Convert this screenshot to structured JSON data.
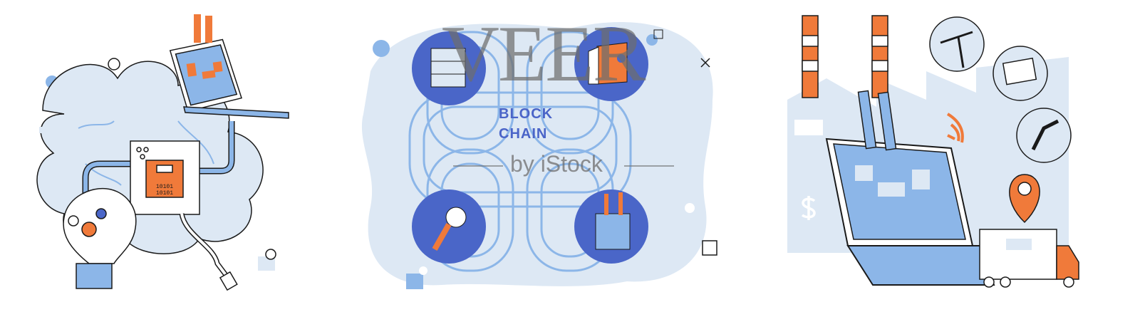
{
  "colors": {
    "primary_blue": "#4a66c8",
    "light_blue": "#dde8f4",
    "mid_blue": "#8cb6e8",
    "orange": "#f07a3a",
    "outline": "#1a1a1a"
  },
  "panels": [
    {
      "name": "brain-computing",
      "chip_text": [
        "10101",
        "10101"
      ]
    },
    {
      "name": "blockchain",
      "label_line1": "BLOCK",
      "label_line2": "CHAIN",
      "icons": [
        "server-icon",
        "delivery-truck-icon",
        "gear-key-icon",
        "factory-icon"
      ]
    },
    {
      "name": "industry-laptop",
      "icons": [
        "oil-pump-icon",
        "blueprint-icon",
        "robot-arm-icon",
        "location-pin-icon",
        "wifi-icon",
        "dollar-icon",
        "truck-icon"
      ]
    }
  ],
  "watermark": {
    "brand": "VEER",
    "sub": "by iStock"
  }
}
